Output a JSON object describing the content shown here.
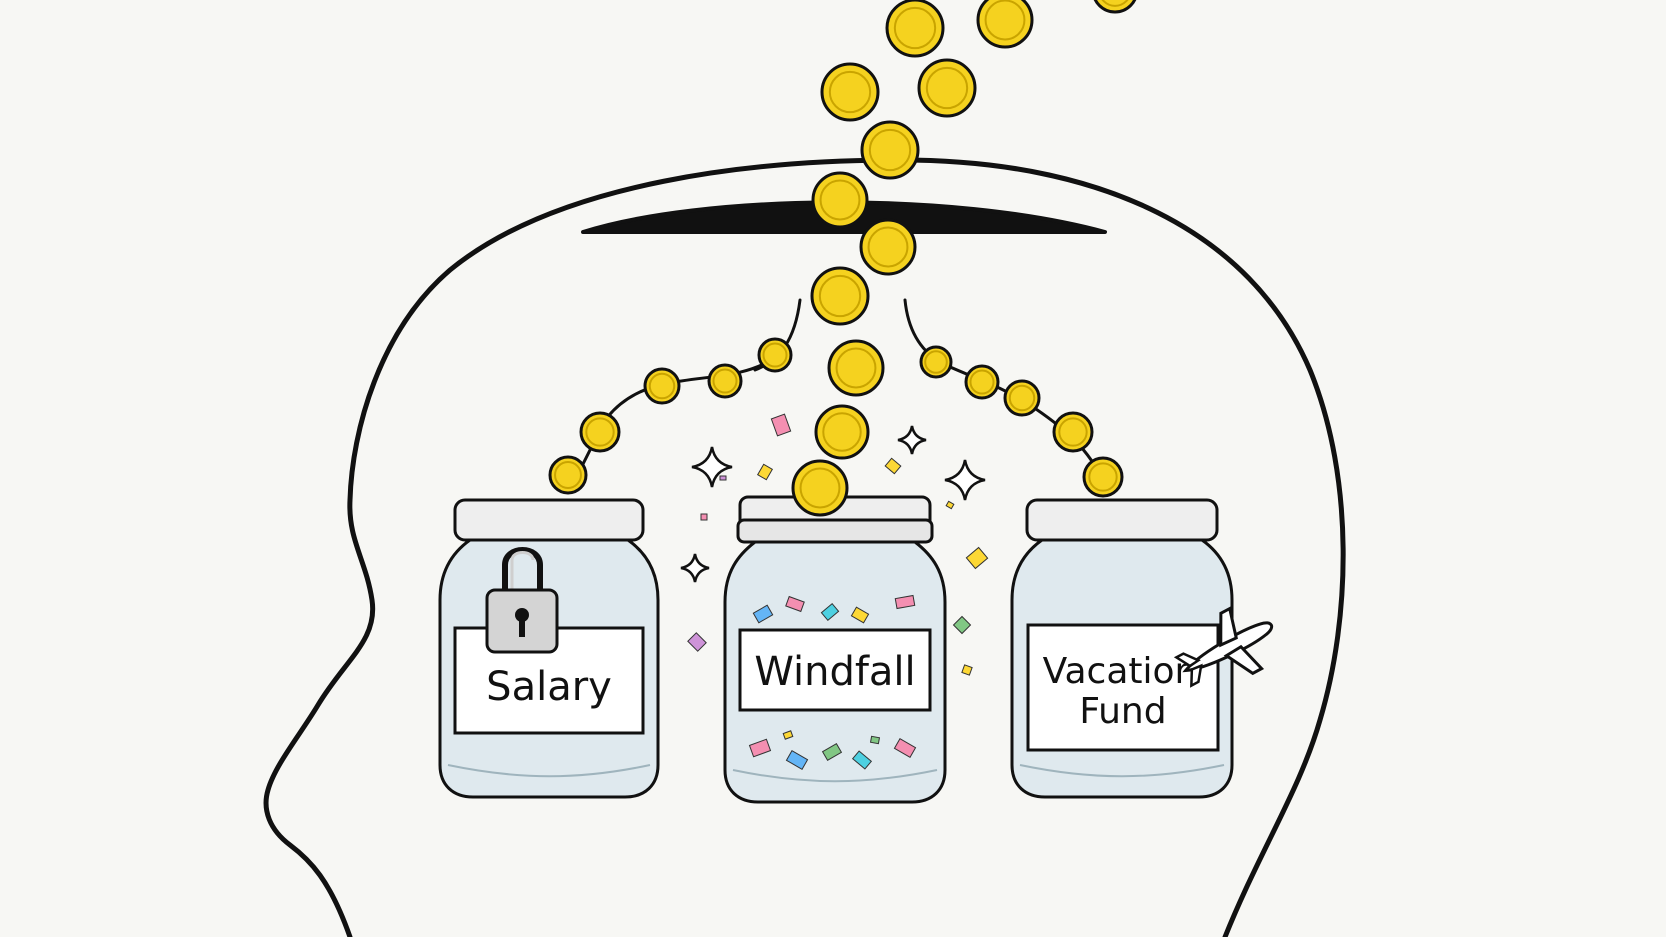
{
  "jars": [
    {
      "id": "salary",
      "label_lines": [
        "Salary"
      ],
      "icon": "padlock-icon"
    },
    {
      "id": "windfall",
      "label_lines": [
        "Windfall"
      ],
      "icon": "confetti"
    },
    {
      "id": "vacation",
      "label_lines": [
        "Vacation",
        "Fund"
      ],
      "icon": "airplane-icon"
    }
  ],
  "colors": {
    "background": "#f7f7f4",
    "outline": "#111111",
    "coin": "#f5d21f",
    "coin_edge": "#c9a400",
    "jar_glass": "#dfe9ee",
    "lid": "#eeeeee"
  }
}
